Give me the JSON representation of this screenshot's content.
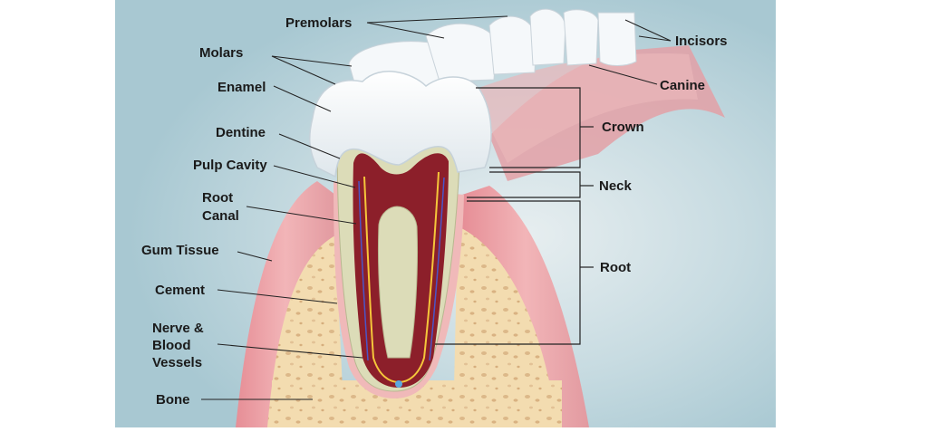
{
  "labels": {
    "premolars": "Premolars",
    "incisors": "Incisors",
    "molars": "Molars",
    "canine": "Canine",
    "enamel": "Enamel",
    "crown": "Crown",
    "dentine": "Dentine",
    "pulp_cavity": "Pulp Cavity",
    "neck": "Neck",
    "root_canal_1": "Root",
    "root_canal_2": "Canal",
    "gum_tissue": "Gum Tissue",
    "root": "Root",
    "cement": "Cement",
    "nerve_1": "Nerve &",
    "nerve_2": "Blood",
    "nerve_3": "Vessels",
    "bone": "Bone"
  },
  "colors": {
    "background": "#a9ccd6",
    "gum": "#e9a2a8",
    "bone": "#f3dcb0",
    "enamel": "#eef3f6",
    "dentine": "#dcdcb8",
    "pulp": "#8c1f2a"
  }
}
